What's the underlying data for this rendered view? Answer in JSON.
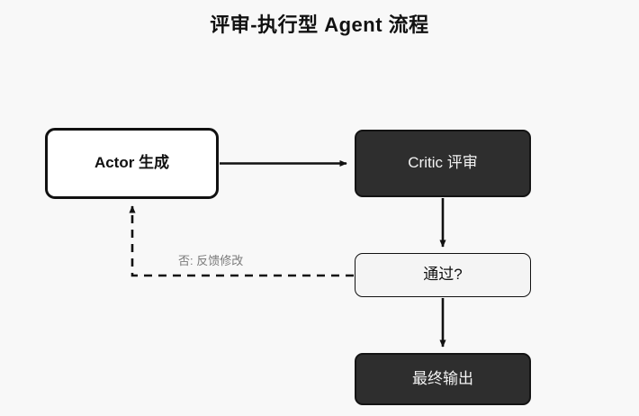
{
  "diagram": {
    "title": "评审-执行型 Agent 流程",
    "background_color": "#f8f8f8",
    "nodes": [
      {
        "id": "actor",
        "label": "Actor 生成",
        "style": "light-bold",
        "fill": "#ffffff",
        "text_color": "#111111",
        "border_color": "#111111"
      },
      {
        "id": "critic",
        "label": "Critic 评审",
        "style": "dark",
        "fill": "#2e2e2e",
        "text_color": "#f2f2f2",
        "border_color": "#141414"
      },
      {
        "id": "decision",
        "label": "通过?",
        "style": "muted",
        "fill": "#f4f4f4",
        "text_color": "#111111",
        "border_color": "#111111"
      },
      {
        "id": "output",
        "label": "最终输出",
        "style": "dark",
        "fill": "#2e2e2e",
        "text_color": "#f2f2f2",
        "border_color": "#141414"
      }
    ],
    "edges": [
      {
        "id": "actor-to-critic",
        "from": "actor",
        "to": "critic",
        "label": "",
        "line": "solid",
        "color": "#111111"
      },
      {
        "id": "critic-to-decision",
        "from": "critic",
        "to": "decision",
        "label": "",
        "line": "solid",
        "color": "#111111"
      },
      {
        "id": "decision-to-output",
        "from": "decision",
        "to": "output",
        "label": "",
        "line": "solid",
        "color": "#111111"
      },
      {
        "id": "decision-to-actor",
        "from": "decision",
        "to": "actor",
        "label": "否: 反馈修改",
        "line": "dashed",
        "color": "#111111",
        "label_color": "#7a7a7a"
      }
    ]
  }
}
